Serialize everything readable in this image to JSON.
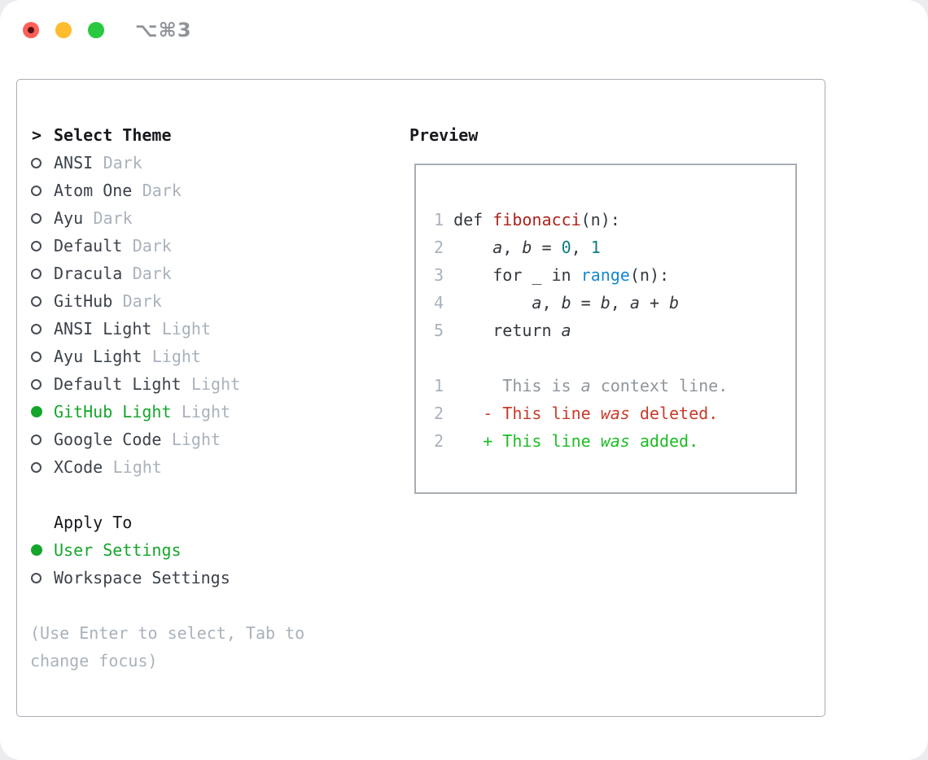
{
  "window": {
    "title": "⌥⌘3"
  },
  "colors": {
    "page_bg": "#ededf0",
    "window_bg": "#ffffff",
    "panel_border": "#a7aeb5",
    "text_strong": "#17191d",
    "menu_fg": "#3c424a",
    "muted": "#a9b2bc",
    "selected_green": "#16a52c",
    "add_green": "#1fbc25",
    "del_red": "#c93b2b",
    "func_red": "#ae211b",
    "num_teal": "#0e7c80",
    "call_blue": "#1789cf",
    "ctx_gray": "#8f969c",
    "title_gray": "#8f9399",
    "traffic_red": "#ff5f57",
    "traffic_yellow": "#febc2e",
    "traffic_green": "#28c840"
  },
  "theme_menu": {
    "prompt": ">",
    "title": "Select Theme",
    "items": [
      {
        "label": "ANSI",
        "tag": "Dark",
        "selected": false
      },
      {
        "label": "Atom One",
        "tag": "Dark",
        "selected": false
      },
      {
        "label": "Ayu",
        "tag": "Dark",
        "selected": false
      },
      {
        "label": "Default",
        "tag": "Dark",
        "selected": false
      },
      {
        "label": "Dracula",
        "tag": "Dark",
        "selected": false
      },
      {
        "label": "GitHub",
        "tag": "Dark",
        "selected": false
      },
      {
        "label": "ANSI Light",
        "tag": "Light",
        "selected": false
      },
      {
        "label": "Ayu Light",
        "tag": "Light",
        "selected": false
      },
      {
        "label": "Default Light",
        "tag": "Light",
        "selected": false
      },
      {
        "label": "GitHub Light",
        "tag": "Light",
        "selected": true
      },
      {
        "label": "Google Code",
        "tag": "Light",
        "selected": false
      },
      {
        "label": "XCode",
        "tag": "Light",
        "selected": false
      }
    ]
  },
  "apply_to": {
    "title": "Apply To",
    "options": [
      {
        "label": "User Settings",
        "selected": true
      },
      {
        "label": "Workspace Settings",
        "selected": false
      }
    ]
  },
  "footer": {
    "lines": [
      "(Use Enter to select, Tab to",
      "change focus)"
    ]
  },
  "preview": {
    "title": "Preview",
    "lines": [
      {
        "num": "1",
        "kind": "code",
        "tokens": [
          {
            "t": "def ",
            "s": "fg"
          },
          {
            "t": "fibonacci",
            "s": "func"
          },
          {
            "t": "(n):",
            "s": "fg"
          }
        ]
      },
      {
        "num": "2",
        "kind": "code",
        "tokens": [
          {
            "t": "    ",
            "s": "fg"
          },
          {
            "t": "a",
            "s": "fg",
            "i": true
          },
          {
            "t": ", ",
            "s": "fg"
          },
          {
            "t": "b",
            "s": "fg",
            "i": true
          },
          {
            "t": " = ",
            "s": "fg"
          },
          {
            "t": "0",
            "s": "num"
          },
          {
            "t": ", ",
            "s": "fg"
          },
          {
            "t": "1",
            "s": "num"
          }
        ]
      },
      {
        "num": "3",
        "kind": "code",
        "tokens": [
          {
            "t": "    for _ in ",
            "s": "fg"
          },
          {
            "t": "range",
            "s": "call"
          },
          {
            "t": "(n):",
            "s": "fg"
          }
        ]
      },
      {
        "num": "4",
        "kind": "code",
        "tokens": [
          {
            "t": "        ",
            "s": "fg"
          },
          {
            "t": "a",
            "s": "fg",
            "i": true
          },
          {
            "t": ", ",
            "s": "fg"
          },
          {
            "t": "b",
            "s": "fg",
            "i": true
          },
          {
            "t": " = ",
            "s": "fg"
          },
          {
            "t": "b",
            "s": "fg",
            "i": true
          },
          {
            "t": ", ",
            "s": "fg"
          },
          {
            "t": "a",
            "s": "fg",
            "i": true
          },
          {
            "t": " + ",
            "s": "fg"
          },
          {
            "t": "b",
            "s": "fg",
            "i": true
          }
        ]
      },
      {
        "num": "5",
        "kind": "code",
        "tokens": [
          {
            "t": "    return ",
            "s": "fg"
          },
          {
            "t": "a",
            "s": "fg",
            "i": true
          }
        ]
      },
      {
        "num": "",
        "kind": "blank",
        "tokens": []
      },
      {
        "num": "1",
        "kind": "diff-context",
        "tokens": [
          {
            "t": "     This is ",
            "s": "ctx"
          },
          {
            "t": "a",
            "s": "ctx",
            "i": true
          },
          {
            "t": " context line.",
            "s": "ctx"
          }
        ]
      },
      {
        "num": "2",
        "kind": "diff-deleted",
        "tokens": [
          {
            "t": "   - This line ",
            "s": "del"
          },
          {
            "t": "was",
            "s": "del",
            "i": true
          },
          {
            "t": " deleted.",
            "s": "del"
          }
        ]
      },
      {
        "num": "2",
        "kind": "diff-added",
        "tokens": [
          {
            "t": "   + This line ",
            "s": "add"
          },
          {
            "t": "was",
            "s": "add",
            "i": true
          },
          {
            "t": " added.",
            "s": "add"
          }
        ]
      }
    ]
  }
}
